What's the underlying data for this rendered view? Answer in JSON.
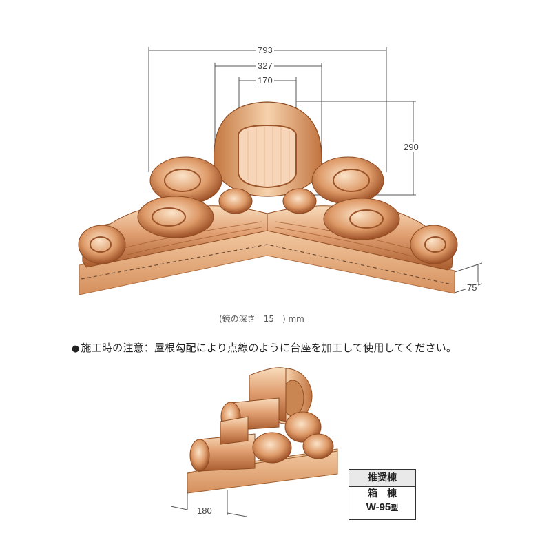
{
  "dimensions": {
    "total_width": "793",
    "inner_width": "327",
    "mirror_width": "170",
    "height": "290",
    "base_height": "75",
    "depth": "180"
  },
  "mirror_note": "(鏡の深さ　15　) mm",
  "caution": {
    "bullet": "●",
    "text": "施工時の注意：屋根勾配により点線のように台座を加工して使用してください。"
  },
  "recommended": {
    "header": "推奨棟",
    "type": "箱　棟",
    "model": "W-95",
    "model_suffix": "型"
  },
  "colors": {
    "copper_light": "#f3c79c",
    "copper_mid": "#d9915f",
    "copper_dark": "#a85a2c"
  }
}
